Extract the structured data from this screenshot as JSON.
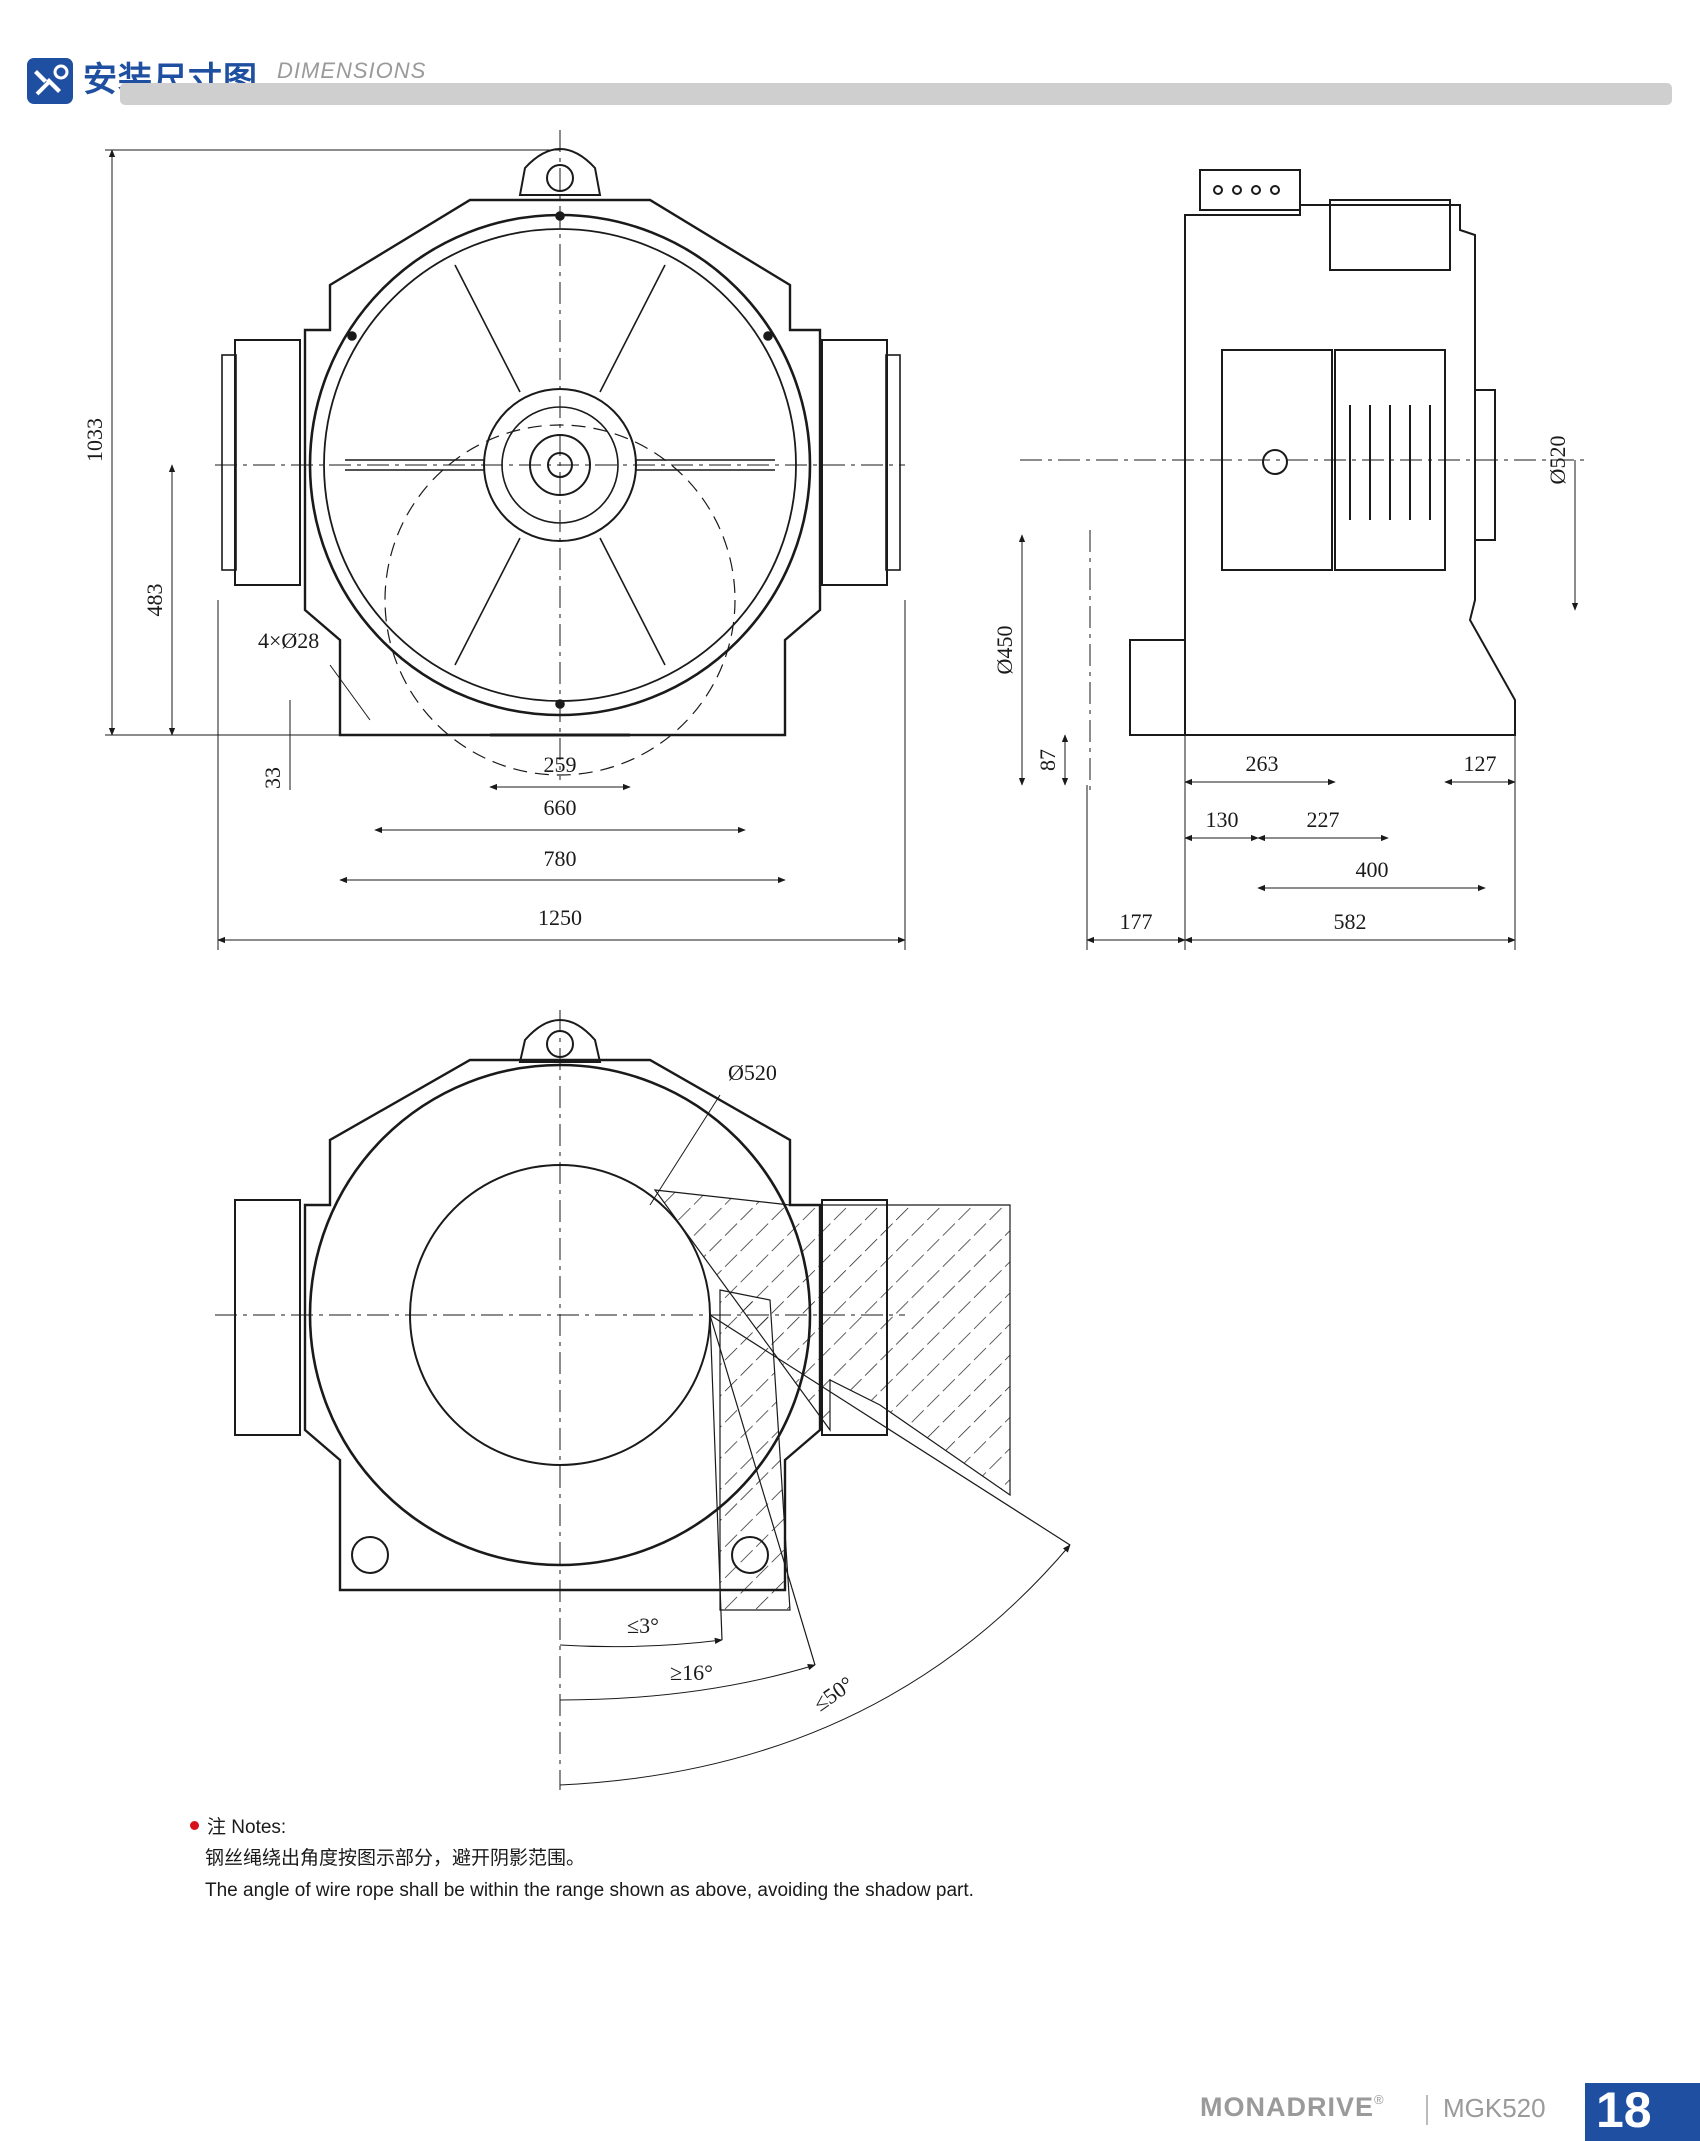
{
  "header": {
    "title_cn": "安装尺寸图",
    "title_en": "DIMENSIONS"
  },
  "front_view": {
    "dim_height": "1033",
    "dim_center": "483",
    "dim_holes": "4×Ø28",
    "dim_base_thick": "33",
    "dim_259": "259",
    "dim_660": "660",
    "dim_780": "780",
    "dim_1250": "1250"
  },
  "side_view": {
    "dim_sheave": "Ø520",
    "dim_pulley": "Ø450",
    "dim_87": "87",
    "dim_263": "263",
    "dim_127": "127",
    "dim_130": "130",
    "dim_227": "227",
    "dim_400": "400",
    "dim_177": "177",
    "dim_582": "582"
  },
  "angle_view": {
    "dim_sheave": "Ø520",
    "angle_3": "≤3°",
    "angle_16": "≥16°",
    "angle_50": "≤50°"
  },
  "notes": {
    "title": "注 Notes:",
    "line_cn": "钢丝绳绕出角度按图示部分，避开阴影范围。",
    "line_en": "The angle of wire rope shall be within the range shown as above, avoiding the shadow part."
  },
  "footer": {
    "brand": "MONADRIVE",
    "reg": "®",
    "model": "MGK520",
    "page": "18"
  }
}
